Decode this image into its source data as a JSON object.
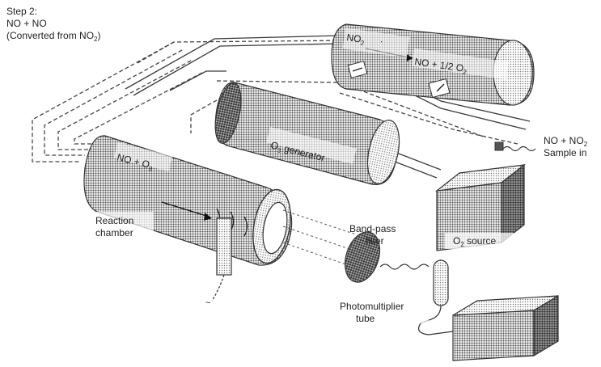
{
  "step_title": {
    "line1": "Step 2:",
    "line2": "NO + NO",
    "line3_prefix": "(Converted from NO",
    "line3_sub": "2",
    "line3_suffix": ")"
  },
  "labels": {
    "converter_left": "NO",
    "converter_left_sub": "2",
    "converter_right": "NO + 1/2 O",
    "converter_right_sub": "2",
    "o3_generator": "O",
    "o3_generator_sub": "3",
    "o3_generator_suffix": " generator",
    "reaction_reactants": "NO + O",
    "reaction_reactants_sub": "3",
    "reaction_line1": "Reaction",
    "reaction_line2": "chamber",
    "bandpass_line1": "Band-pass",
    "bandpass_line2": "filter",
    "o2_source": "O",
    "o2_source_sub": "2",
    "o2_source_suffix": " source",
    "sample_line1": "NO + NO",
    "sample_line1_sub": "2",
    "sample_line2": "Sample in",
    "pmt_line1": "Photomultiplier",
    "pmt_line2": "tube"
  },
  "colors": {
    "line": "#3a3a3a",
    "fill_light": "#d9d9d9",
    "fill_mid": "#b5b5b5",
    "fill_dark": "#8c8c8c",
    "background": "#ffffff"
  }
}
